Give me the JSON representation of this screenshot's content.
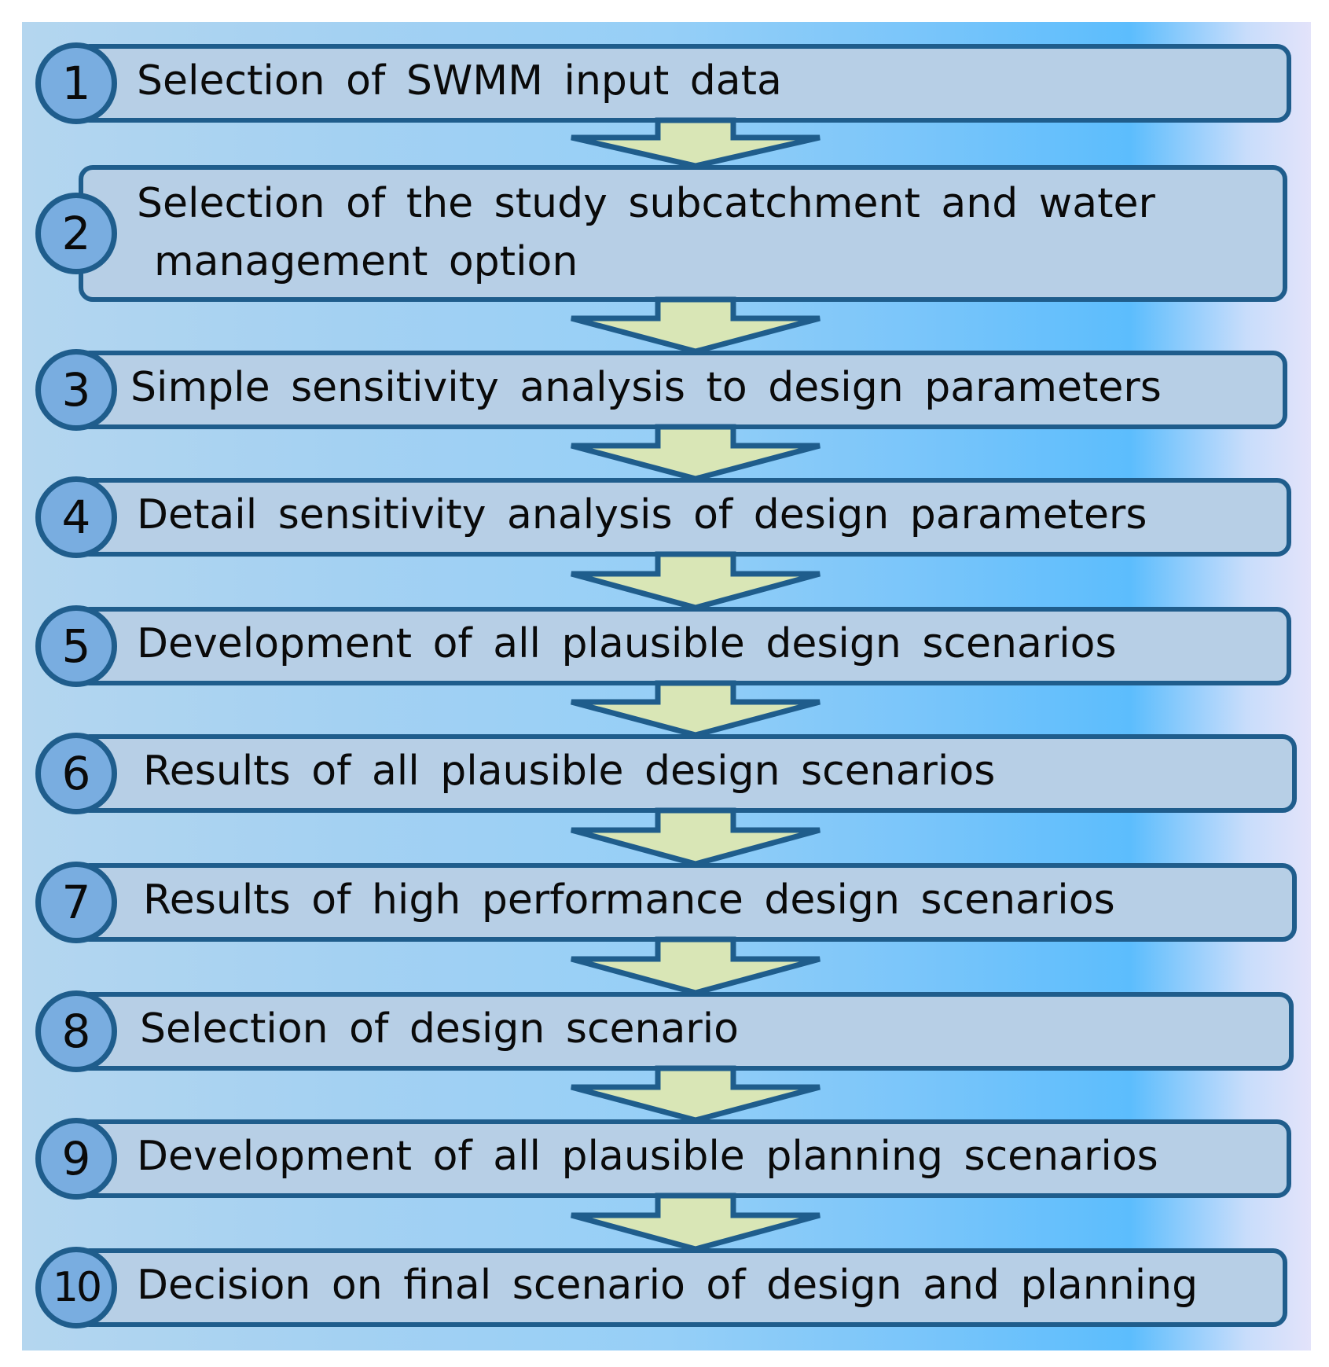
{
  "steps": [
    {
      "number": "1",
      "lines": [
        "Selection of SWMM input data"
      ]
    },
    {
      "number": "2",
      "lines": [
        "Selection of the study subcatchment and water",
        "management option"
      ]
    },
    {
      "number": "3",
      "lines": [
        "Simple sensitivity analysis to design parameters"
      ]
    },
    {
      "number": "4",
      "lines": [
        "Detail sensitivity analysis of design parameters"
      ]
    },
    {
      "number": "5",
      "lines": [
        "Development of all plausible design scenarios"
      ]
    },
    {
      "number": "6",
      "lines": [
        "Results of all plausible design scenarios"
      ]
    },
    {
      "number": "7",
      "lines": [
        "Results of high performance design scenarios"
      ]
    },
    {
      "number": "8",
      "lines": [
        "Selection of design scenario"
      ]
    },
    {
      "number": "9",
      "lines": [
        "Development of all plausible planning scenarios"
      ]
    },
    {
      "number": "10",
      "lines": [
        "Decision on final scenario of design and planning"
      ]
    }
  ],
  "colors": {
    "box_fill": "#b7cfe6",
    "border": "#1f5d8c",
    "circle_fill": "#79ade0",
    "arrow_fill": "#d9e6b6",
    "arrow_border": "#1f5d8c"
  }
}
